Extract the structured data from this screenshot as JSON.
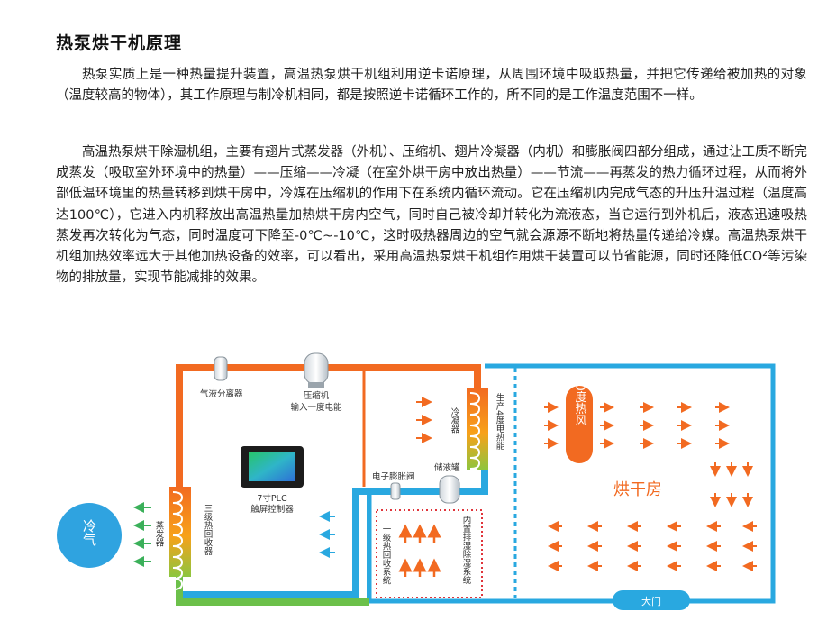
{
  "title": "热泵烘干机原理",
  "paragraphs": [
    "热泵实质上是一种热量提升装置，高温热泵烘干机组利用逆卡诺原理，从周围环境中吸取热量，并把它传递给被加热的对象（温度较高的物体），其工作原理与制冷机相同，都是按照逆卡诺循环工作的，所不同的是工作温度范围不一样。",
    "高温热泵烘干除湿机组，主要有翅片式蒸发器（外机）、压缩机、翅片冷凝器（内机）和膨胀阀四部分组成，通过让工质不断完成蒸发（吸取室外环境中的热量）——压缩——冷凝（在室外烘干房中放出热量）——节流——再蒸发的热力循环过程，从而将外部低温环境里的热量转移到烘干房中，冷媒在压缩机的作用下在系统内循环流动。它在压缩机内完成气态的升压升温过程（温度高达100℃），它进入内机释放出高温热量加热烘干房内空气，同时自己被冷却并转化为流液态，当它运行到外机后，液态迅速吸热蒸发再次转化为气态，同时温度可下降至-0℃~-10℃，这时吸热器周边的空气就会源源不断地将热量传递给冷媒。高温热泵烘干机组加热效率远大于其他加热设备的效率，可以看出，采用高温热泵烘干机组作用烘干装置可以节省能源，同时还降低CO²等污染物的排放量，实现节能减排的效果。"
  ],
  "diagram": {
    "cold_air": "冷气",
    "evaporator": "蒸发器",
    "gas_liquid_separator": "气液分离器",
    "compressor_line1": "压缩机",
    "compressor_line2": "输入一度电能",
    "condenser": "冷凝器",
    "production": "生产4度电热能",
    "hot_air": "80度热风",
    "drying_room": "烘干房",
    "plc_line1": "7寸PLC",
    "plc_line2": "触屏控制器",
    "heat_recovery3": "三级热回收器",
    "expansion_valve": "电子膨胀阀",
    "receiver": "储液罐",
    "heat_recovery1": "一级热回收系统",
    "internal_dehumid": "内置排湿除湿系统",
    "gate": "大门",
    "colors": {
      "orange": "#f26a21",
      "blue": "#29a8e0",
      "green": "#6cc04a",
      "red_dots": "#e0343a"
    }
  }
}
